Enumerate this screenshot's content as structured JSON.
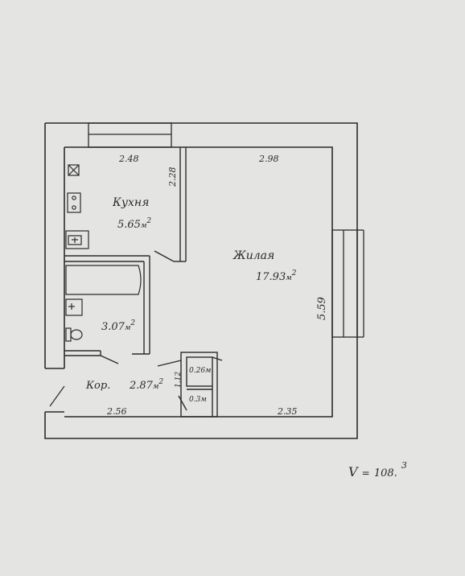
{
  "rooms": {
    "kitchen": {
      "name": "Кухня",
      "area": "5.65",
      "unit": "м"
    },
    "living": {
      "name": "Жилая",
      "area": "17.93",
      "unit": "м"
    },
    "bath": {
      "area": "3.07",
      "unit": "м"
    },
    "corridor": {
      "name": "Кор.",
      "area": "2.87",
      "unit": "м"
    },
    "closet_a": {
      "area": "0.26",
      "unit": "м"
    },
    "closet_b": {
      "area": "0.3",
      "unit": "м"
    }
  },
  "dimensions": {
    "kitchen_width": "2.48",
    "kitchen_depth": "2.28",
    "living_width_top": "2.98",
    "living_height": "5.59",
    "corridor_width": "2.56",
    "living_width_bottom": "2.35",
    "corridor_depth": "1.12"
  },
  "volume": {
    "label": "V",
    "eq": "=",
    "value": "108.",
    "sup": "3"
  }
}
